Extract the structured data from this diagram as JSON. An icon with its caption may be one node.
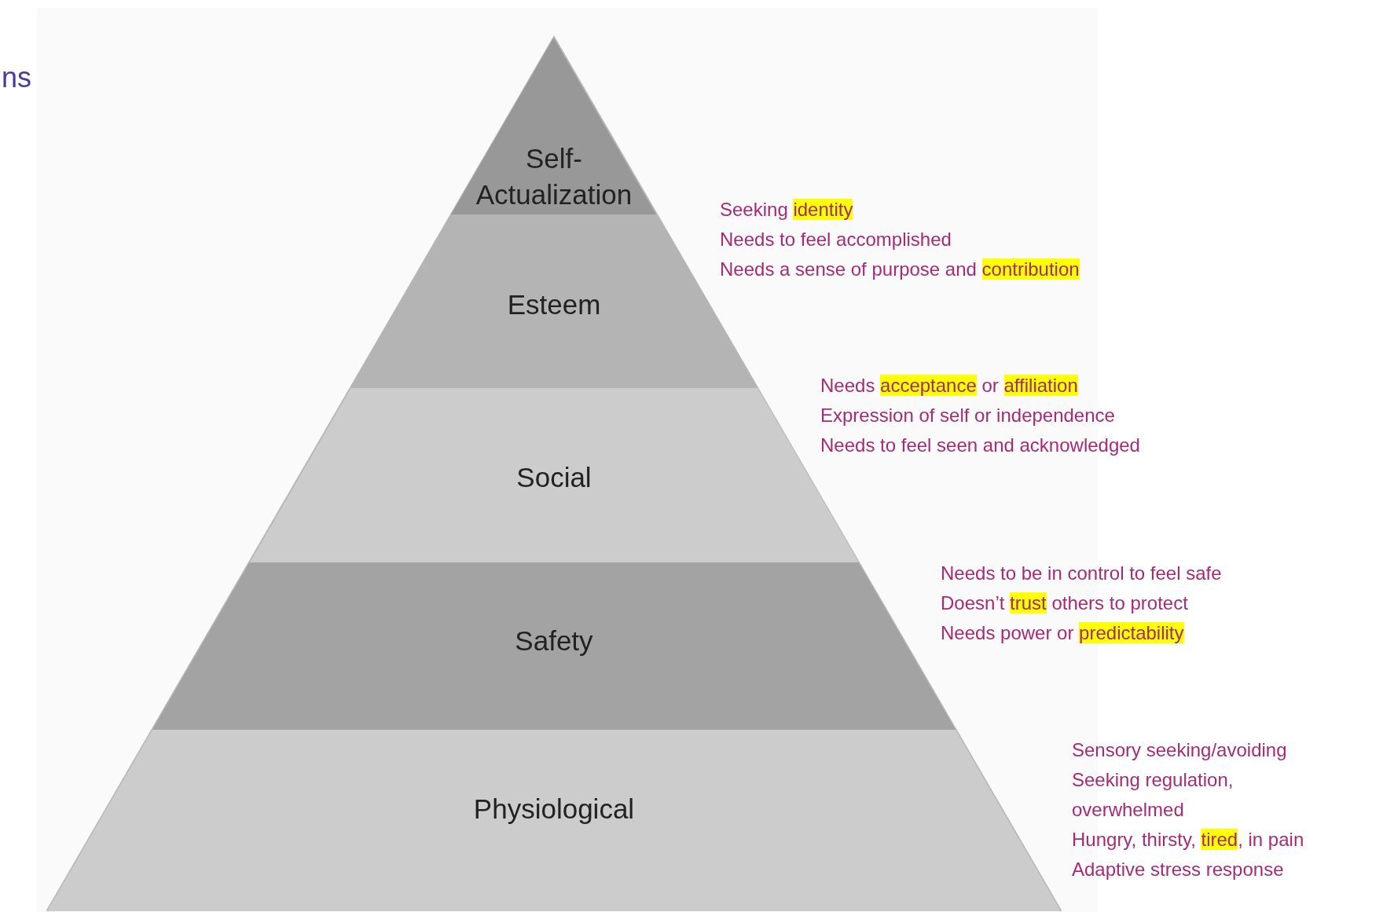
{
  "diagram": {
    "nodes": [
      {
        "text": [
          "Self- Actualization"
        ]
      },
      {
        "text": [
          "Esteem"
        ],
        "beside": [
          "Seeking **identity**",
          "Needs to feel accomplished",
          "Needs a sense of purpose and **contribution**"
        ]
      },
      {
        "text": [
          "Social"
        ],
        "beside": [
          "Needs **acceptance** or **affiliation**",
          "Expression of self or independence",
          "Needs to feel seen and acknowledged"
        ]
      },
      {
        "text": [
          "Safety"
        ],
        "beside": [
          "Needs to be in control to feel safe",
          "Doesn’t **trust** others to protect",
          "Needs power or **predictability**"
        ]
      },
      {
        "text": [
          "Physiological"
        ],
        "beside": [
          "Sensory seeking/avoiding",
          "Seeking regulation, overwhelmed",
          "Hungry, thirsty, **tired**, in pain",
          "Adaptive stress response"
        ]
      }
    ],
    "labels": [
      "ns"
    ]
  }
}
